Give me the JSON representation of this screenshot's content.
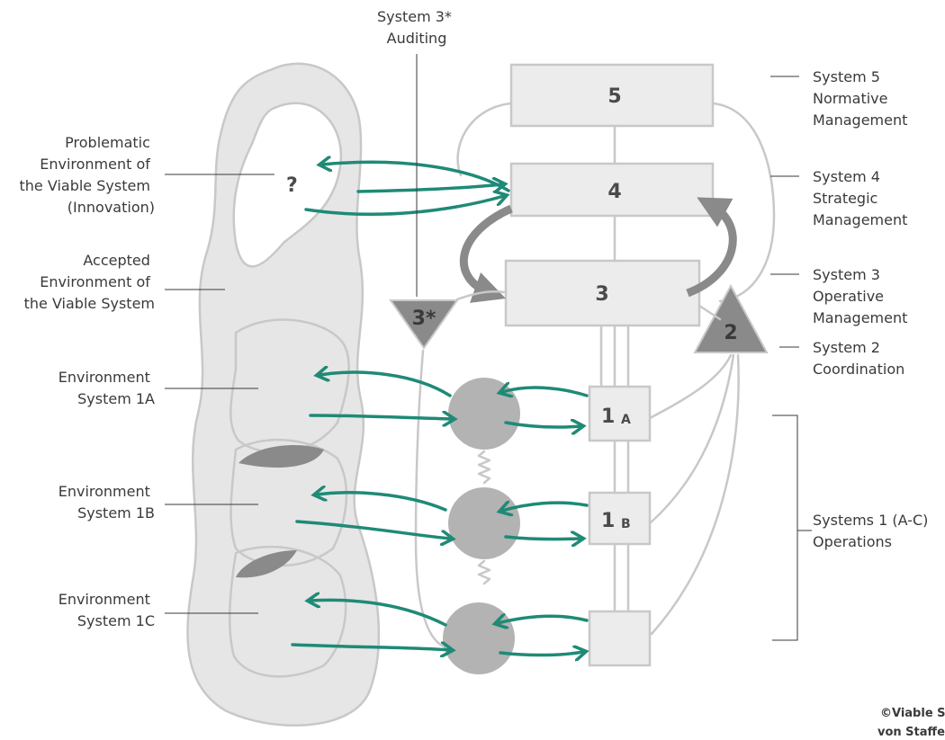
{
  "labels": {
    "system3star": [
      "System 3*",
      "Auditing"
    ],
    "system5": [
      "System 5",
      "Normative",
      "Management"
    ],
    "system4": [
      "System 4",
      "Strategic",
      "Management"
    ],
    "system3": [
      "System 3",
      "Operative",
      "Management"
    ],
    "system2": [
      "System 2",
      "Coordination"
    ],
    "systems1": [
      "Systems 1 (A-C)",
      "Operations"
    ],
    "problematic_env": [
      "Problematic",
      "Environment of",
      "the Viable System",
      "(Innovation)"
    ],
    "accepted_env": [
      "Accepted",
      "Environment of",
      "the Viable System"
    ],
    "env_1a": [
      "Environment",
      "System 1A"
    ],
    "env_1b": [
      "Environment",
      "System 1B"
    ],
    "env_1c": [
      "Environment",
      "System 1C"
    ]
  },
  "boxes": {
    "box5": "5",
    "box4": "4",
    "box3": "3",
    "tri3star": "3*",
    "tri2": "2",
    "op1a_num": "1",
    "op1a_sub": "A",
    "op1b_num": "1",
    "op1b_sub": "B",
    "question": "?"
  },
  "copyright": [
    "©Viable S",
    "von Staffe"
  ],
  "colors": {
    "arrow": "#1f8a76",
    "box_fill": "#ececec",
    "shape_fill": "#e6e6e6",
    "dark_grey": "#8a8a8a",
    "node_fill": "#b3b3b3"
  }
}
